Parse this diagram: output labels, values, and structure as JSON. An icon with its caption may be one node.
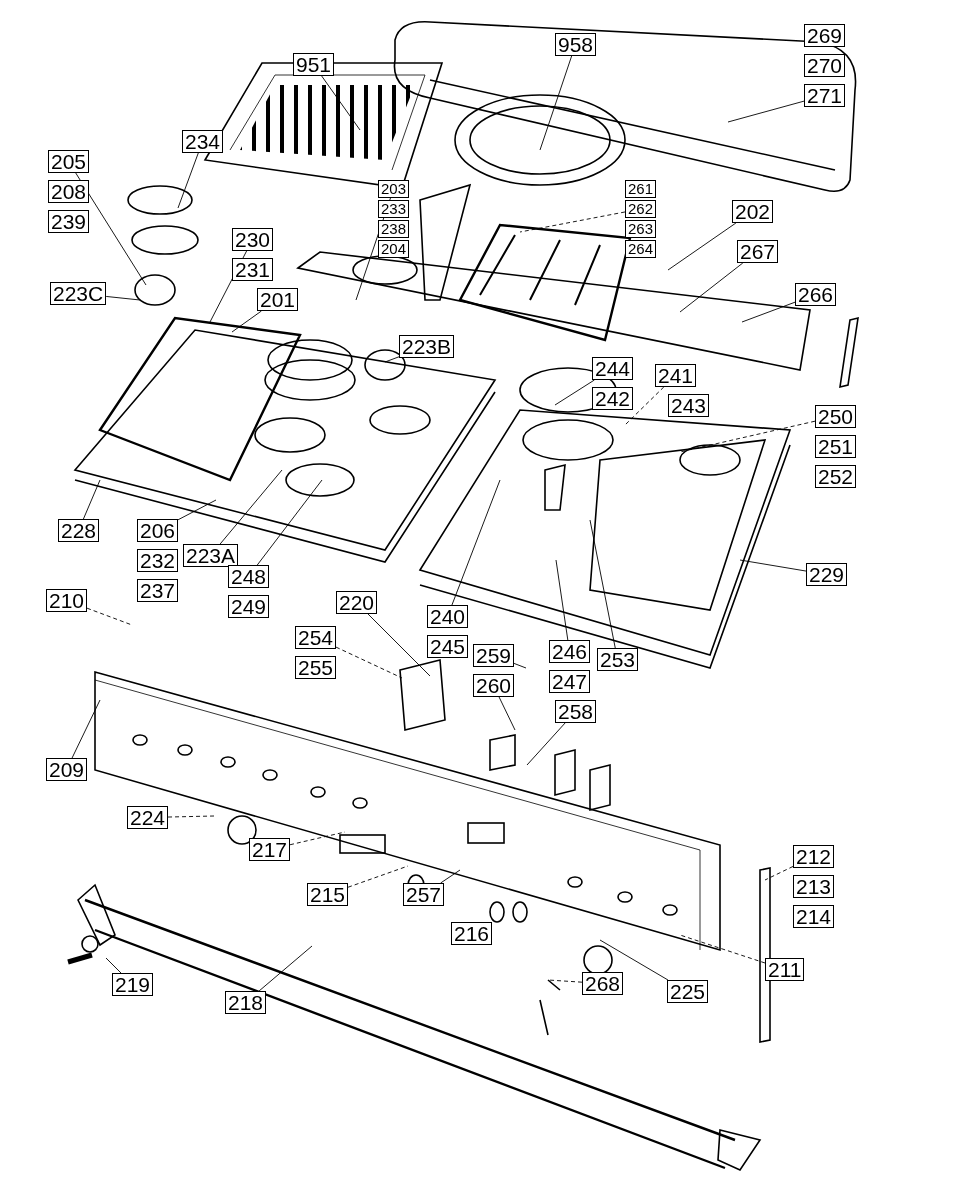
{
  "diagram": {
    "nodes": [
      {
        "text": [
          "951"
        ]
      },
      {
        "text": [
          "958"
        ]
      },
      {
        "text": [
          "269"
        ]
      },
      {
        "text": [
          "270"
        ]
      },
      {
        "text": [
          "271"
        ]
      },
      {
        "text": [
          "234"
        ]
      },
      {
        "text": [
          "205"
        ]
      },
      {
        "text": [
          "208"
        ]
      },
      {
        "text": [
          "239"
        ]
      },
      {
        "text": [
          "203"
        ]
      },
      {
        "text": [
          "233"
        ]
      },
      {
        "text": [
          "238"
        ]
      },
      {
        "text": [
          "204"
        ]
      },
      {
        "text": [
          "261"
        ]
      },
      {
        "text": [
          "262"
        ]
      },
      {
        "text": [
          "263"
        ]
      },
      {
        "text": [
          "264"
        ]
      },
      {
        "text": [
          "202"
        ]
      },
      {
        "text": [
          "267"
        ]
      },
      {
        "text": [
          "266"
        ]
      },
      {
        "text": [
          "230"
        ]
      },
      {
        "text": [
          "231"
        ]
      },
      {
        "text": [
          "223C"
        ]
      },
      {
        "text": [
          "201"
        ]
      },
      {
        "text": [
          "223B"
        ]
      },
      {
        "text": [
          "244"
        ]
      },
      {
        "text": [
          "241"
        ]
      },
      {
        "text": [
          "242"
        ]
      },
      {
        "text": [
          "243"
        ]
      },
      {
        "text": [
          "250"
        ]
      },
      {
        "text": [
          "251"
        ]
      },
      {
        "text": [
          "252"
        ]
      },
      {
        "text": [
          "228"
        ]
      },
      {
        "text": [
          "206"
        ]
      },
      {
        "text": [
          "232"
        ]
      },
      {
        "text": [
          "237"
        ]
      },
      {
        "text": [
          "223A"
        ]
      },
      {
        "text": [
          "248"
        ]
      },
      {
        "text": [
          "249"
        ]
      },
      {
        "text": [
          "210"
        ]
      },
      {
        "text": [
          "220"
        ]
      },
      {
        "text": [
          "254"
        ]
      },
      {
        "text": [
          "255"
        ]
      },
      {
        "text": [
          "240"
        ]
      },
      {
        "text": [
          "245"
        ]
      },
      {
        "text": [
          "259"
        ]
      },
      {
        "text": [
          "260"
        ]
      },
      {
        "text": [
          "246"
        ]
      },
      {
        "text": [
          "247"
        ]
      },
      {
        "text": [
          "253"
        ]
      },
      {
        "text": [
          "258"
        ]
      },
      {
        "text": [
          "229"
        ]
      },
      {
        "text": [
          "209"
        ]
      },
      {
        "text": [
          "224"
        ]
      },
      {
        "text": [
          "217"
        ]
      },
      {
        "text": [
          "215"
        ]
      },
      {
        "text": [
          "257"
        ]
      },
      {
        "text": [
          "216"
        ]
      },
      {
        "text": [
          "212"
        ]
      },
      {
        "text": [
          "213"
        ]
      },
      {
        "text": [
          "214"
        ]
      },
      {
        "text": [
          "211"
        ]
      },
      {
        "text": [
          "268"
        ]
      },
      {
        "text": [
          "225"
        ]
      },
      {
        "text": [
          "219"
        ]
      },
      {
        "text": [
          "218"
        ]
      }
    ],
    "edges": [
      {
        "from": 0,
        "to": null,
        "arrow": "none"
      },
      {
        "from": 1,
        "to": null,
        "arrow": "none"
      },
      {
        "from": 4,
        "to": null,
        "arrow": "none"
      },
      {
        "from": 5,
        "to": null,
        "arrow": "none"
      },
      {
        "from": 6,
        "to": null,
        "arrow": "none"
      },
      {
        "from": 9,
        "to": null,
        "arrow": "none"
      },
      {
        "from": 14,
        "to": null,
        "arrow": "none",
        "style": "dashed"
      },
      {
        "from": 17,
        "to": null,
        "arrow": "none"
      },
      {
        "from": 18,
        "to": null,
        "arrow": "none"
      },
      {
        "from": 19,
        "to": null,
        "arrow": "none"
      },
      {
        "from": 20,
        "to": null,
        "arrow": "none"
      },
      {
        "from": 22,
        "to": null,
        "arrow": "none"
      },
      {
        "from": 23,
        "to": null,
        "arrow": "none"
      },
      {
        "from": 24,
        "to": null,
        "arrow": "none"
      },
      {
        "from": 25,
        "to": null,
        "arrow": "none"
      },
      {
        "from": 26,
        "to": null,
        "arrow": "none",
        "style": "dashed"
      },
      {
        "from": 29,
        "to": null,
        "arrow": "none",
        "style": "dashed"
      },
      {
        "from": 32,
        "to": null,
        "arrow": "none"
      },
      {
        "from": 33,
        "to": null,
        "arrow": "none"
      },
      {
        "from": 36,
        "to": null,
        "arrow": "none"
      },
      {
        "from": 37,
        "to": null,
        "arrow": "none"
      },
      {
        "from": 39,
        "to": null,
        "arrow": "none",
        "style": "dashed"
      },
      {
        "from": 40,
        "to": null,
        "arrow": "none"
      },
      {
        "from": 41,
        "to": null,
        "arrow": "none",
        "style": "dashed"
      },
      {
        "from": 43,
        "to": null,
        "arrow": "none"
      },
      {
        "from": 45,
        "to": null,
        "arrow": "none"
      },
      {
        "from": 46,
        "to": null,
        "arrow": "none"
      },
      {
        "from": 47,
        "to": null,
        "arrow": "none"
      },
      {
        "from": 49,
        "to": null,
        "arrow": "none"
      },
      {
        "from": 50,
        "to": null,
        "arrow": "none"
      },
      {
        "from": 51,
        "to": null,
        "arrow": "none"
      },
      {
        "from": 52,
        "to": null,
        "arrow": "none"
      },
      {
        "from": 53,
        "to": null,
        "arrow": "none",
        "style": "dashed"
      },
      {
        "from": 54,
        "to": null,
        "arrow": "none",
        "style": "dashed"
      },
      {
        "from": 55,
        "to": null,
        "arrow": "none",
        "style": "dashed"
      },
      {
        "from": 56,
        "to": null,
        "arrow": "none"
      },
      {
        "from": 58,
        "to": null,
        "arrow": "none",
        "style": "dashed"
      },
      {
        "from": 61,
        "to": null,
        "arrow": "none",
        "style": "dashed"
      },
      {
        "from": 62,
        "to": null,
        "arrow": "none",
        "style": "dashed"
      },
      {
        "from": 63,
        "to": null,
        "arrow": "none"
      },
      {
        "from": 64,
        "to": null,
        "arrow": "none"
      },
      {
        "from": 65,
        "to": null,
        "arrow": "none"
      }
    ]
  }
}
